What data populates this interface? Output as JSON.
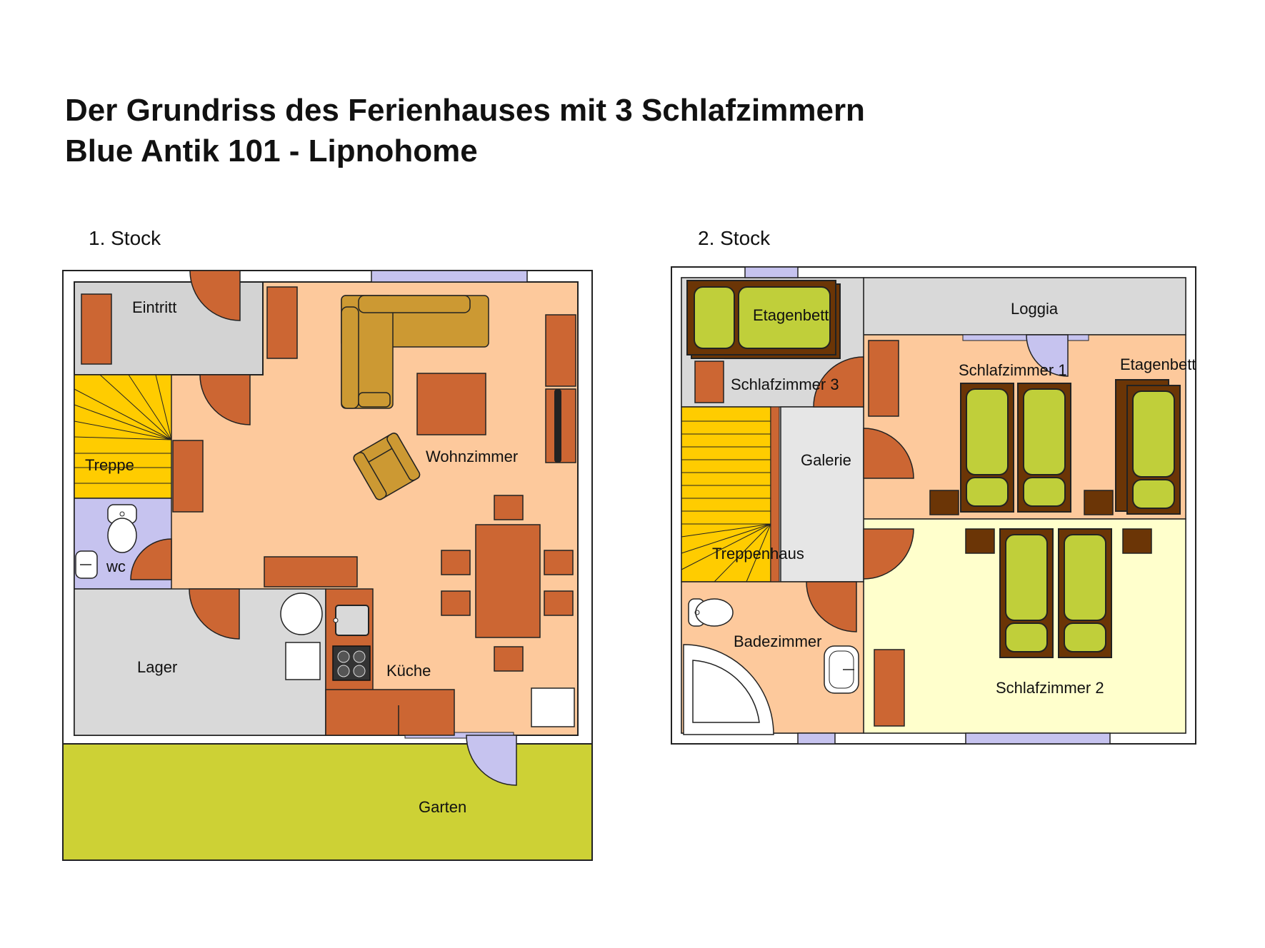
{
  "title": {
    "line1": "Der Grundriss des Ferienhauses mit 3 Schlafzimmern",
    "line2": "Blue Antik 101 - Lipnohome"
  },
  "floor1": {
    "label": "1. Stock",
    "rooms": {
      "eintritt": "Eintritt",
      "treppe": "Treppe",
      "wohnzimmer": "Wohnzimmer",
      "wc": "wc",
      "lager": "Lager",
      "kueche": "Küche",
      "garten": "Garten"
    }
  },
  "floor2": {
    "label": "2. Stock",
    "rooms": {
      "etagenbett_left": "Etagenbett",
      "loggia": "Loggia",
      "schlafzimmer1": "Schlafzimmer 1",
      "etagenbett_right": "Etagenbett",
      "schlafzimmer3": "Schlafzimmer 3",
      "galerie": "Galerie",
      "treppenhaus": "Treppenhaus",
      "badezimmer": "Badezimmer",
      "schlafzimmer2": "Schlafzimmer 2"
    }
  },
  "colors": {
    "wall": "#1f1f1f",
    "living_floor": "#fdc99c",
    "grey_room": "#d9d9d9",
    "bath_blue": "#c6c3ef",
    "stairs_yellow": "#ffcc00",
    "garden": "#cdd135",
    "bedroom2": "#ffffcc",
    "furniture": "#cc6633",
    "sofa": "#cc9933",
    "bed_frame": "#6b3506",
    "mattress": "#c0cf3a",
    "window": "#c6c3ef"
  }
}
